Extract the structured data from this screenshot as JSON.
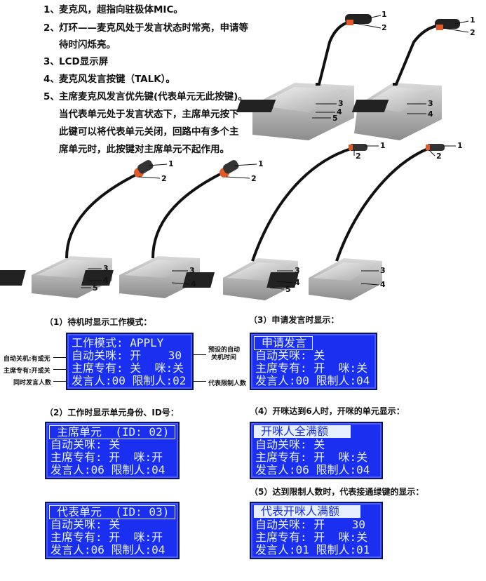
{
  "notes": [
    {
      "num": "1、",
      "text": "麦克风，超指向驻极体MIC。"
    },
    {
      "num": "2、",
      "text": "灯环——麦克风处于发言状态时常亮，申请等"
    },
    {
      "num": "",
      "text": "待时闪烁亮。"
    },
    {
      "num": "3、",
      "text": "LCD显示屏"
    },
    {
      "num": "4、",
      "text": "麦克风发言按键（TALK）。"
    },
    {
      "num": "5、",
      "text": "主席麦克风发言优先键(代表单元无此按键)。"
    },
    {
      "num": "",
      "text": "当代表单元处于发言状态下，主席单元按下"
    },
    {
      "num": "",
      "text": "此键可以将代表单元关闭，回路中有多个主"
    },
    {
      "num": "",
      "text": "席单元时，此按键对主席单元不起作用。"
    }
  ],
  "marks": {
    "m1": "1",
    "m2": "2",
    "m3": "3",
    "m4": "4",
    "m5": "5"
  },
  "captions": {
    "c1": "（1）待机时显示工作模式：",
    "c2": "（2）工作时显示单元身份、ID号：",
    "c3": "（3）申请发言时显示：",
    "c4": "（4）开咪达到6人时，开咪的单元显示：",
    "c5": "（5）达到限制人数时，代表接通绿键的显示："
  },
  "side_labels": {
    "auto_off": "自动关机:有或无",
    "chair_only": "主席专有:开或关",
    "speakers": "同时发言人数",
    "preset": "预设的自动",
    "preset2": "关机时间",
    "limit": "代表限制人数"
  },
  "lcd1": {
    "h": "工作模式: APPLY",
    "r1": "自动关咪: 开    30",
    "r2": "主席专有: 关  咪:关",
    "r3": "发言人:00 限制人:02"
  },
  "lcd2": {
    "h": "主席单元  (ID: 02)",
    "r1": "自动关咪: 关",
    "r2": "主席专有: 开  咪:开",
    "r3": "发言人:06 限制人:04"
  },
  "lcd3": {
    "h": "代表单元  (ID: 03)",
    "r1": "自动关咪: 关",
    "r2": "主席专有: 开  咪:开",
    "r3": "发言人:06 限制人:04"
  },
  "lcd4": {
    "h": "申请发言",
    "r1": "自动关咪: 关",
    "r2": "主席专有: 开  咪:关",
    "r3": "发言人:00 限制人:04"
  },
  "lcd5": {
    "h": "开咪人全满额",
    "r1": "自动关咪: 关",
    "r2": "主席专有: 开  咪:关",
    "r3": "发言人:06 限制人:04"
  },
  "lcd6": {
    "h": "代表开咪人满额",
    "r1": "自动关咪: 开    30",
    "r2": "主席专有: 开  咪:关",
    "r3": "发言人:01 限制人:01"
  }
}
